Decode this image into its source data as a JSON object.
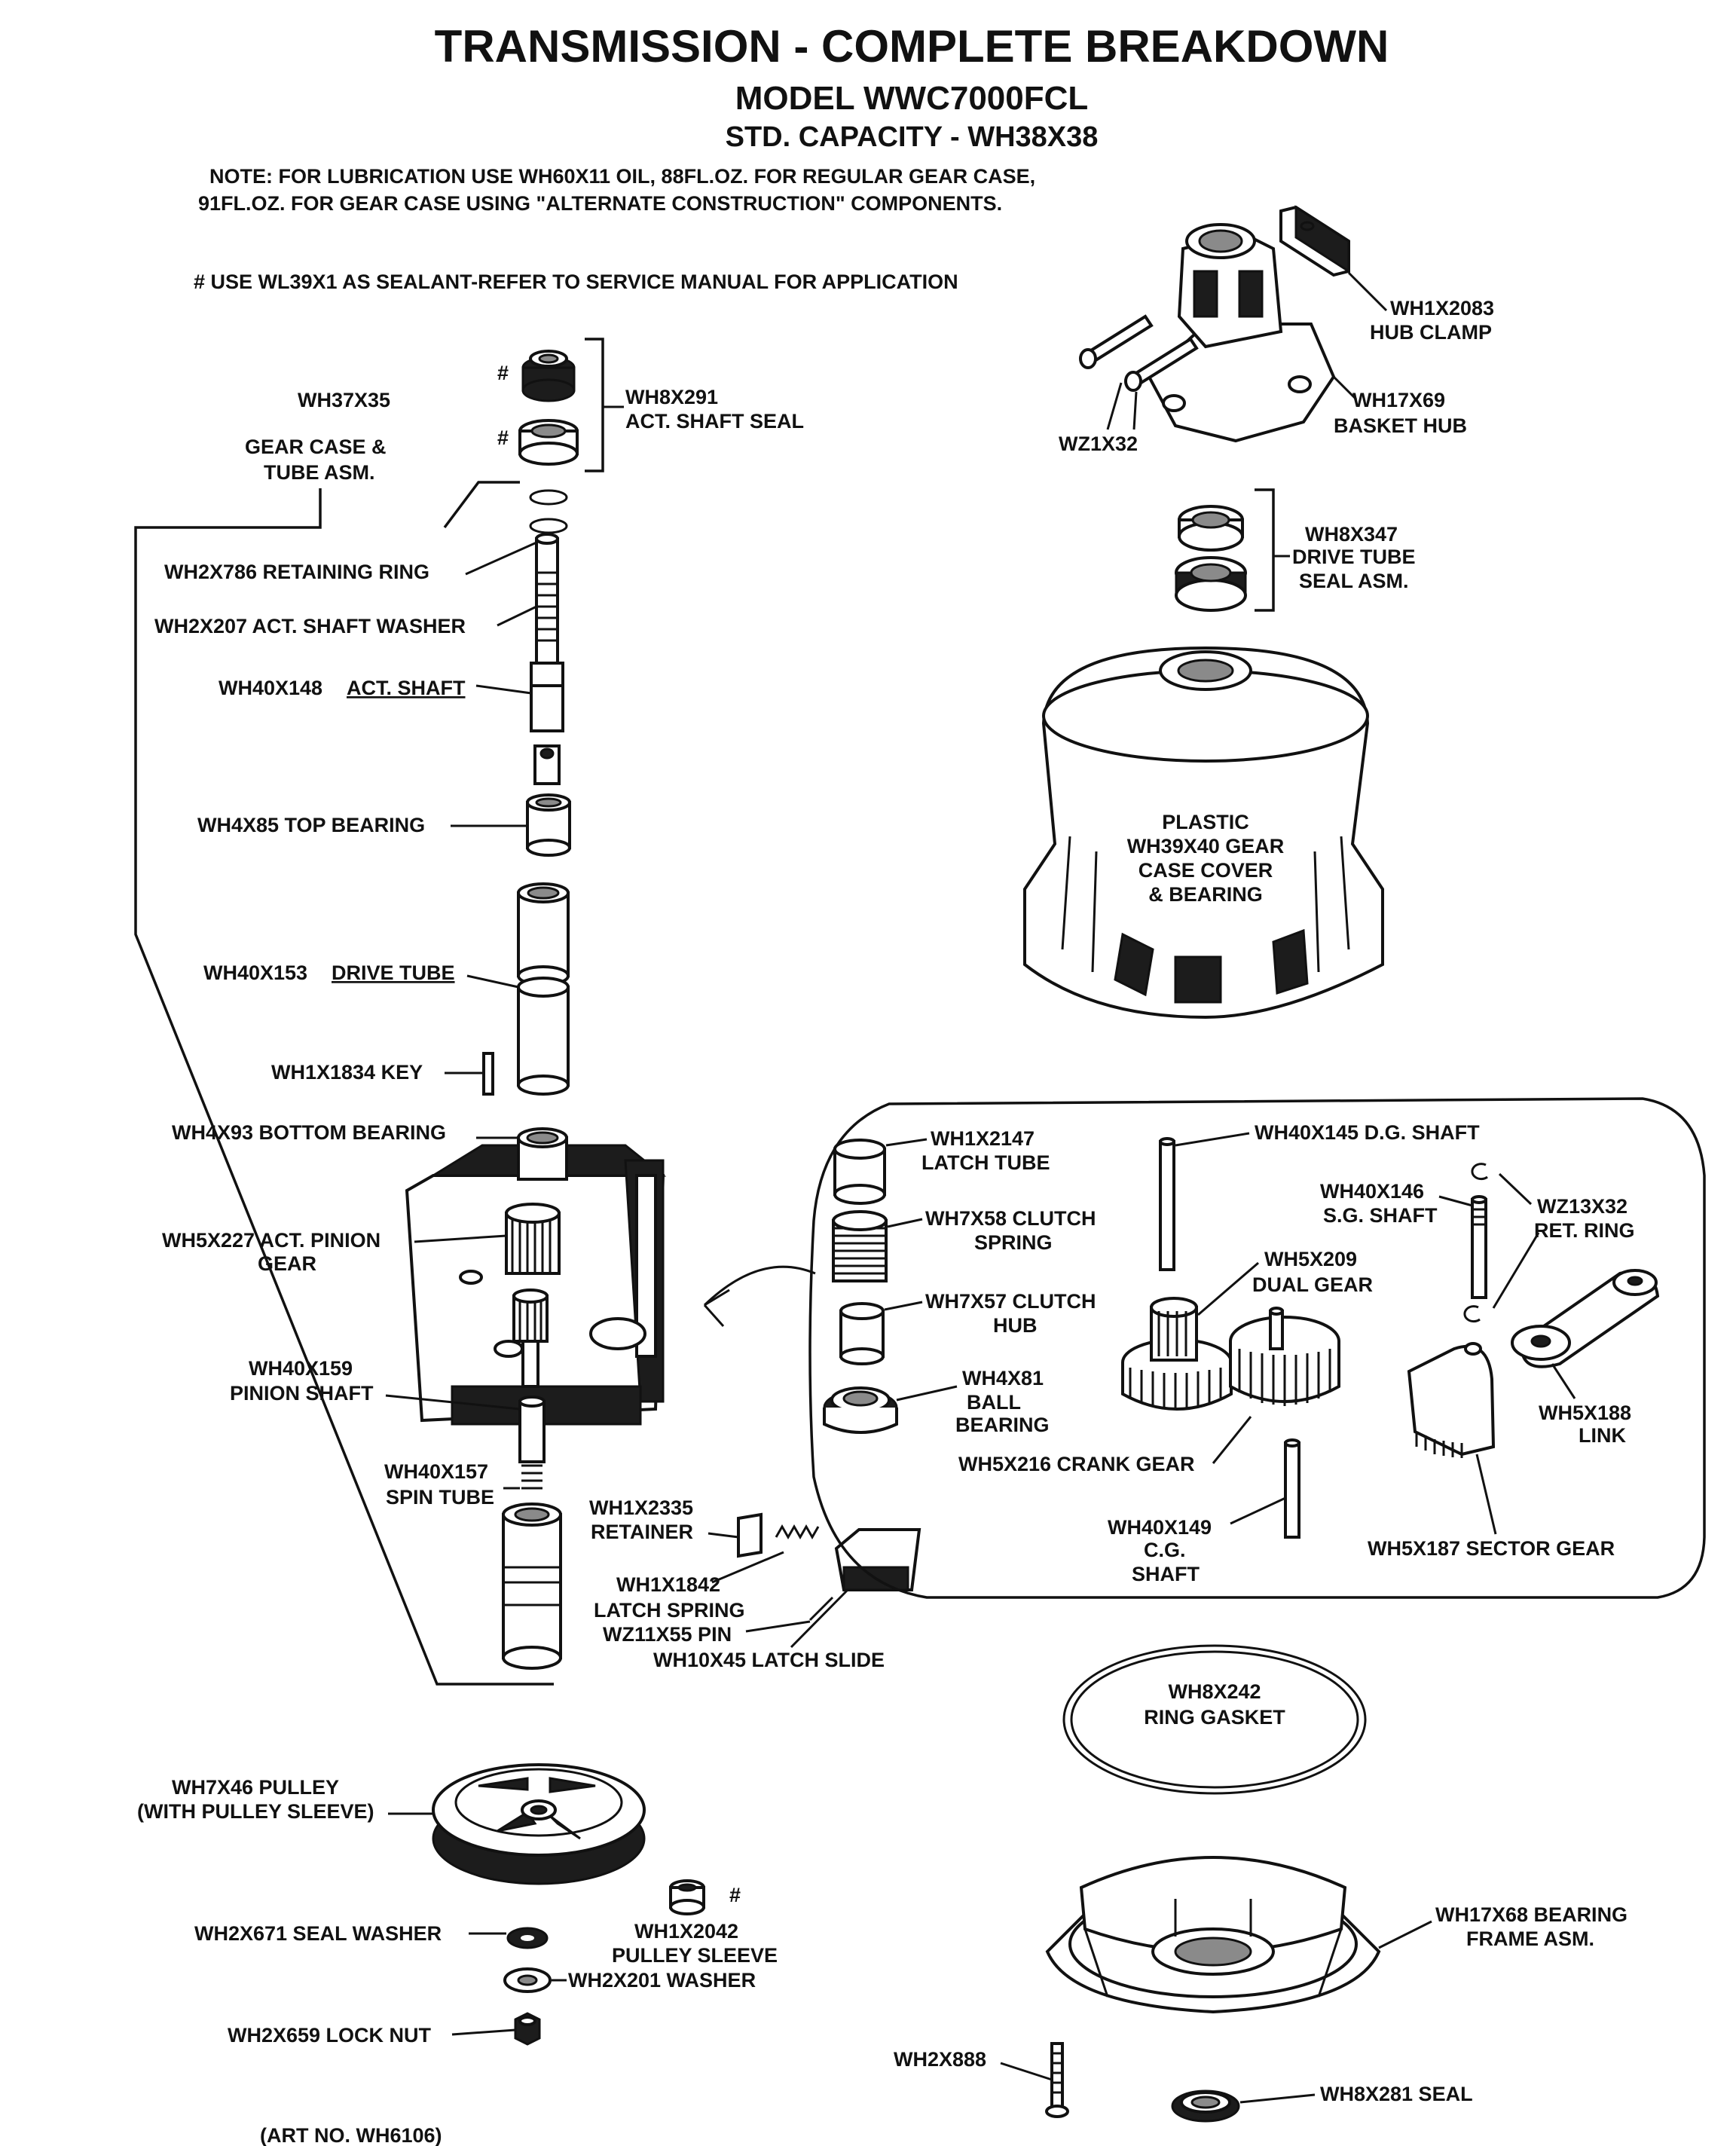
{
  "header": {
    "title": "TRANSMISSION - COMPLETE BREAKDOWN",
    "model": "MODEL WWC7000FCL",
    "capacity": "STD. CAPACITY - WH38X38"
  },
  "notes": {
    "lube_line1": "NOTE: FOR LUBRICATION USE WH60X11 OIL, 88FL.OZ. FOR REGULAR GEAR CASE,",
    "lube_line2": "91FL.OZ. FOR GEAR CASE USING \"ALTERNATE CONSTRUCTION\" COMPONENTS.",
    "sealant": "# USE WL39X1 AS SEALANT-REFER TO SERVICE MANUAL FOR APPLICATION",
    "hash_mark": "#"
  },
  "labels": {
    "wh37x35": "WH37X35",
    "wh8x291_1": "WH8X291",
    "wh8x291_2": "ACT. SHAFT SEAL",
    "gearcase_1": "GEAR CASE &",
    "gearcase_2": "TUBE ASM.",
    "wh2x786": "WH2X786 RETAINING RING",
    "wh2x207": "WH2X207 ACT. SHAFT WASHER",
    "wh40x148_a": "WH40X148",
    "wh40x148_b": "ACT. SHAFT",
    "wh4x85": "WH4X85 TOP BEARING",
    "wh40x153_a": "WH40X153",
    "wh40x153_b": "DRIVE TUBE",
    "wh1x1834": "WH1X1834 KEY",
    "wh4x93": "WH4X93 BOTTOM BEARING",
    "wh5x227_1": "WH5X227 ACT. PINION",
    "wh5x227_2": "GEAR",
    "wh40x159_1": "WH40X159",
    "wh40x159_2": "PINION SHAFT",
    "wh40x157_1": "WH40X157",
    "wh40x157_2": "SPIN TUBE",
    "wh1x2335_1": "WH1X2335",
    "wh1x2335_2": "RETAINER",
    "wh1x1842_1": "WH1X1842",
    "wh1x1842_2": "LATCH SPRING",
    "wz11x55": "WZ11X55 PIN",
    "wh10x45": "WH10X45 LATCH SLIDE",
    "wh1x2083_1": "WH1X2083",
    "wh1x2083_2": "HUB CLAMP",
    "wh17x69_1": "WH17X69",
    "wh17x69_2": "BASKET HUB",
    "wz1x32": "WZ1X32",
    "wh8x347_1": "WH8X347",
    "wh8x347_2": "DRIVE TUBE",
    "wh8x347_3": "SEAL ASM.",
    "cover_1": "PLASTIC",
    "cover_2": "WH39X40 GEAR",
    "cover_3": "CASE COVER",
    "cover_4": "& BEARING",
    "wh1x2147_1": "WH1X2147",
    "wh1x2147_2": "LATCH TUBE",
    "wh7x58_1": "WH7X58 CLUTCH",
    "wh7x58_2": "SPRING",
    "wh7x57_1": "WH7X57 CLUTCH",
    "wh7x57_2": "HUB",
    "wh4x81_1": "WH4X81",
    "wh4x81_2": "BALL",
    "wh4x81_3": "BEARING",
    "wh40x145": "WH40X145 D.G. SHAFT",
    "wh40x146_1": "WH40X146",
    "wh40x146_2": "S.G. SHAFT",
    "wz13x32_1": "WZ13X32",
    "wz13x32_2": "RET. RING",
    "wh5x209_1": "WH5X209",
    "wh5x209_2": "DUAL GEAR",
    "wh5x188_1": "WH5X188",
    "wh5x188_2": "LINK",
    "wh5x216": "WH5X216 CRANK GEAR",
    "wh40x149_1": "WH40X149",
    "wh40x149_2": "C.G.",
    "wh40x149_3": "SHAFT",
    "wh5x187": "WH5X187 SECTOR GEAR",
    "wh8x242_1": "WH8X242",
    "wh8x242_2": "RING GASKET",
    "wh7x46_1": "WH7X46 PULLEY",
    "wh7x46_2": "(WITH PULLEY SLEEVE)",
    "wh2x671": "WH2X671 SEAL WASHER",
    "wh1x2042_1": "WH1X2042",
    "wh1x2042_2": "PULLEY SLEEVE",
    "wh2x201": "WH2X201 WASHER",
    "wh2x659": "WH2X659 LOCK NUT",
    "wh17x68_1": "WH17X68 BEARING",
    "wh17x68_2": "FRAME ASM.",
    "wh2x888": "WH2X888",
    "wh8x281": "WH8X281 SEAL"
  },
  "footer": {
    "art_no": "(ART NO. WH6106)"
  }
}
